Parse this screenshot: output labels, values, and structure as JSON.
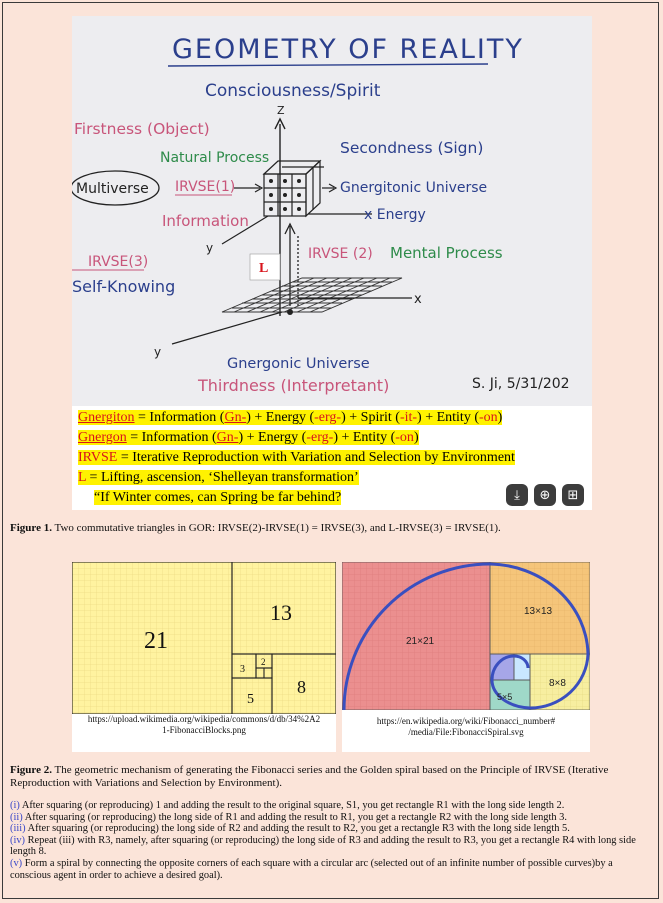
{
  "figure1": {
    "title": "GEOMETRY OF REALITY",
    "labels": {
      "consciousness": "Consciousness/Spirit",
      "z": "Z",
      "firstness": "Firstness (Object)",
      "natural_process": "Natural Process",
      "secondness": "Secondness (Sign)",
      "multiverse": "Multiverse",
      "irvse1": "IRVSE(1)",
      "gnergitonic": "Gnergitonic Universe",
      "information": "Information",
      "x_energy": "x Energy",
      "y_upper": "y",
      "irvse3": "IRVSE(3)",
      "L": "L",
      "irvse2": "IRVSE (2)",
      "mental_process": "Mental Process",
      "self_knowing": "Self-Knowing",
      "x_lower": "x",
      "y_lower": "y",
      "gnergonic": "Gnergonic Universe",
      "thirdness": "Thirdness (Interpretant)",
      "signature": "S. Ji, 5/31/202"
    },
    "definitions": {
      "l1_term": "Gnergiton",
      "l1_a": " = Information (",
      "l1_gn": "Gn-",
      "l1_b": ") + Energy (",
      "l1_erg": "-erg-",
      "l1_c": ") + Spirit (",
      "l1_it": "-it-",
      "l1_d": ") + Entity (",
      "l1_on": "-on",
      "l1_e": ")",
      "l2_term": "Gnergon",
      "l2_a": " = Information (",
      "l2_gn": "Gn-",
      "l2_b": ") + Energy (",
      "l2_erg": "-erg-",
      "l2_c": ") + Entity (",
      "l2_on": "-on",
      "l2_d": ")",
      "l3_term": "IRVSE",
      "l3_rest": " = Iterative Reproduction with Variation and Selection by Environment",
      "l4_term": "L",
      "l4_rest": " = Lifting, ascension, ‘Shelleyan transformation’",
      "l5": "“If Winter comes, can Spring be far behind?"
    },
    "icons": [
      "download-icon",
      "add-image-icon",
      "grid-add-icon"
    ],
    "caption_label": "Figure 1.",
    "caption_text": " Two commutative triangles in GOR: IRVSE(2)-IRVSE(1) = IRVSE(3), and L-IRVSE(3) = IRVSE(1)."
  },
  "figure2": {
    "blocks_numbers": [
      "21",
      "13",
      "8",
      "5",
      "3",
      "2"
    ],
    "blocks_source": "https://upload.wikimedia.org/wikipedia/commons/d/db/34%2A21-FibonacciBlocks.png",
    "blocks_source_l1": "https://upload.wikimedia.org/wikipedia/commons/d/db/34%2A2",
    "blocks_source_l2": "1-FibonacciBlocks.png",
    "spiral_labels": [
      "21×21",
      "13×13",
      "8×8",
      "5×5"
    ],
    "spiral_source_l1": "https://en.wikipedia.org/wiki/Fibonacci_number#",
    "spiral_source_l2": "/media/File:FibonacciSpiral.svg",
    "caption_label": "Figure 2.",
    "caption_text": " The geometric mechanism of generating the Fibonacci series and the Golden spiral based on the Principle of IRVSE (Iterative Reproduction with Variations and Selection by Environment).",
    "steps": [
      {
        "n": "(i)",
        "t": " After squaring (or reproducing) 1 and adding the result to the original square, S1, you get rectangle R1 with the long side length 2."
      },
      {
        "n": "(ii)",
        "t": " After squaring (or reproducing) the long side of R1 and adding the result to R1, you get a rectangle R2 with the long side length 3."
      },
      {
        "n": "(iii)",
        "t": " After squaring (or reproducing) the long side of R2 and adding the result to R2, you get a rectangle R3 with the long side length 5."
      },
      {
        "n": "(iv)",
        "t": " Repeat (iii) with R3, namely, after squaring (or reproducing) the long side of R3 and adding the result to R3, you get a rectangle R4 with long side length 8."
      },
      {
        "n": "(v)",
        "t": " Form a spiral by connecting the opposite corners of each square with a circular arc (selected out of an infinite number of possible curves)by a conscious agent in order to achieve a desired goal)."
      }
    ]
  },
  "colors": {
    "page_bg": "#fbe4d9",
    "highlight": "#fff200",
    "accent_red": "#d8141c",
    "ink_blue": "#2b3f8c",
    "ink_green": "#2e8b4a",
    "ink_pink": "#c8557a",
    "grid_yellow": "#fff3a0",
    "spiral_pink": "#eb8f8f",
    "spiral_orange": "#f5c57a",
    "spiral_blue": "#3a4fbf"
  }
}
